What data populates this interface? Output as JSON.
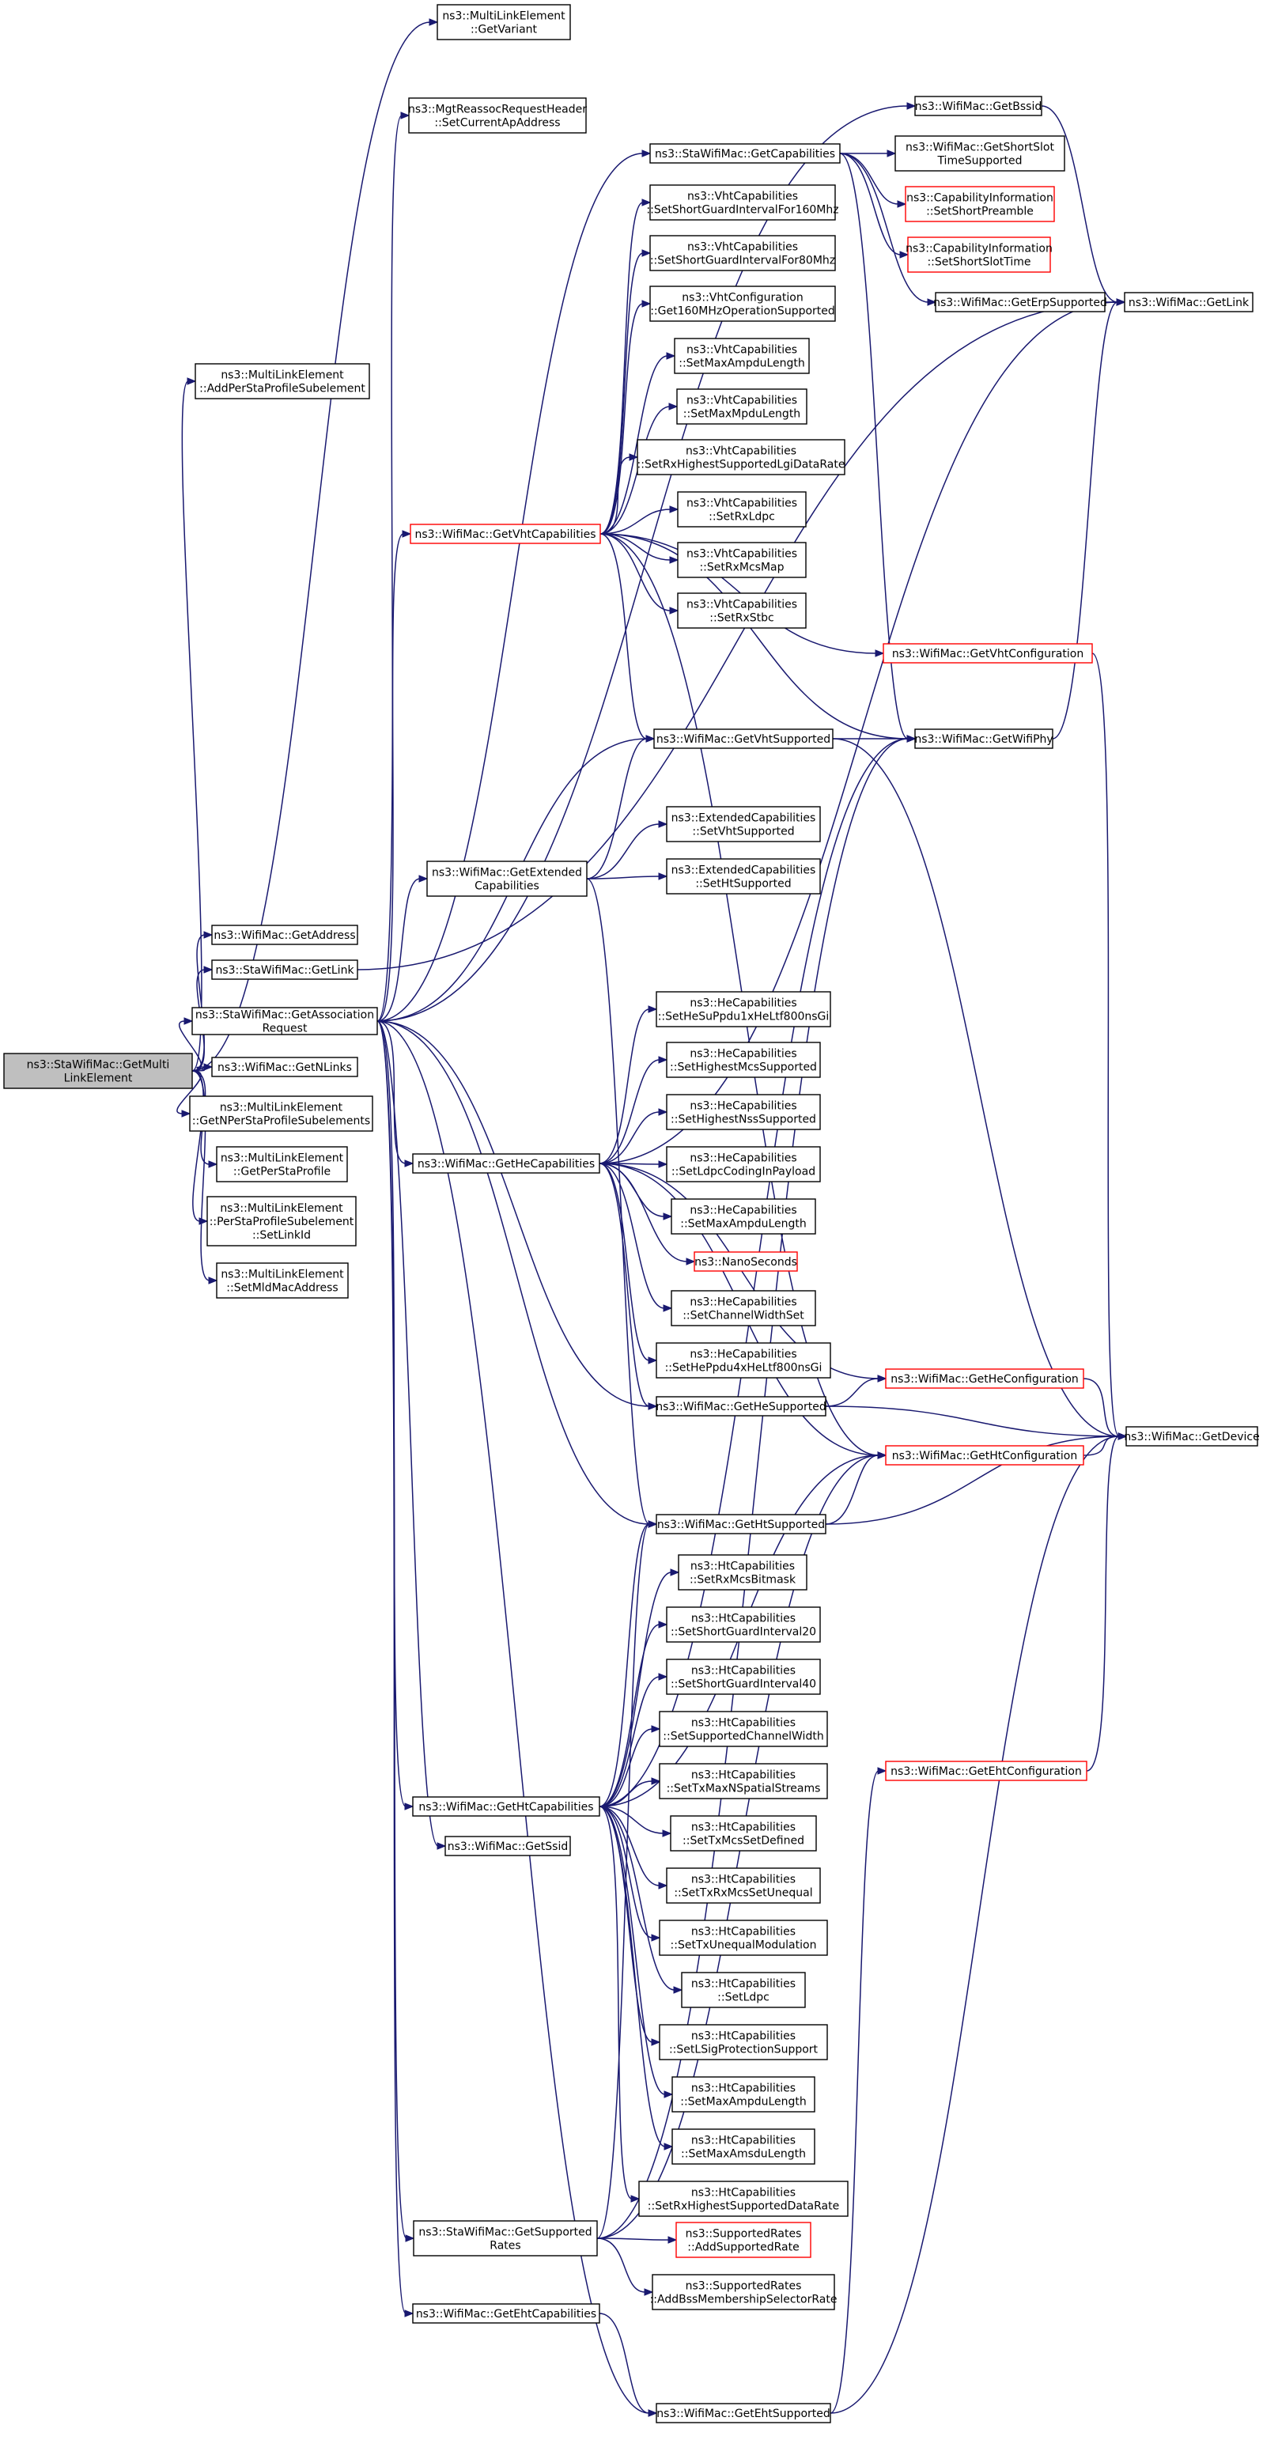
{
  "diagram": {
    "nodes": {
      "root": [
        "ns3::StaWifiMac::GetMulti",
        "LinkElement"
      ],
      "mle_getvariant": [
        "ns3::MultiLinkElement",
        "::GetVariant"
      ],
      "mle_addpersta": [
        "ns3::MultiLinkElement",
        "::AddPerStaProfileSubelement"
      ],
      "wm_getaddress": [
        "ns3::WifiMac::GetAddress"
      ],
      "sta_getlink": [
        "ns3::StaWifiMac::GetLink"
      ],
      "sta_getassoc": [
        "ns3::StaWifiMac::GetAssociation",
        "Request"
      ],
      "wm_getnlinks": [
        "ns3::WifiMac::GetNLinks"
      ],
      "mle_getnpersta": [
        "ns3::MultiLinkElement",
        "::GetNPerStaProfileSubelements"
      ],
      "mle_getpersta": [
        "ns3::MultiLinkElement",
        "::GetPerStaProfile"
      ],
      "mle_setlinkid": [
        "ns3::MultiLinkElement",
        "::PerStaProfileSubelement",
        "::SetLinkId"
      ],
      "mle_setmldmac": [
        "ns3::MultiLinkElement",
        "::SetMldMacAddress"
      ],
      "mgt_setcurap": [
        "ns3::MgtReassocRequestHeader",
        "::SetCurrentApAddress"
      ],
      "sta_getcap": [
        "ns3::StaWifiMac::GetCapabilities"
      ],
      "wm_getvhtcap": [
        "ns3::WifiMac::GetVhtCapabilities"
      ],
      "wm_getextcap": [
        "ns3::WifiMac::GetExtended",
        "Capabilities"
      ],
      "wm_gethecap": [
        "ns3::WifiMac::GetHeCapabilities"
      ],
      "wm_gethtcap": [
        "ns3::WifiMac::GetHtCapabilities"
      ],
      "wm_getssid": [
        "ns3::WifiMac::GetSsid"
      ],
      "sta_getsuprates": [
        "ns3::StaWifiMac::GetSupported",
        "Rates"
      ],
      "wm_getehtcap": [
        "ns3::WifiMac::GetEhtCapabilities"
      ],
      "wm_getbssid": [
        "ns3::WifiMac::GetBssid"
      ],
      "wm_getshortslot": [
        "ns3::WifiMac::GetShortSlot",
        "TimeSupported"
      ],
      "ci_setshortpre": [
        "ns3::CapabilityInformation",
        "::SetShortPreamble"
      ],
      "ci_setshortslot": [
        "ns3::CapabilityInformation",
        "::SetShortSlotTime"
      ],
      "wm_geterpsup": [
        "ns3::WifiMac::GetErpSupported"
      ],
      "wm_getlink": [
        "ns3::WifiMac::GetLink"
      ],
      "vht_sgi160": [
        "ns3::VhtCapabilities",
        "::SetShortGuardIntervalFor160Mhz"
      ],
      "vht_sgi80": [
        "ns3::VhtCapabilities",
        "::SetShortGuardIntervalFor80Mhz"
      ],
      "vhtconf_get160": [
        "ns3::VhtConfiguration",
        "::Get160MHzOperationSupported"
      ],
      "vht_maxampdu": [
        "ns3::VhtCapabilities",
        "::SetMaxAmpduLength"
      ],
      "vht_maxmpdu": [
        "ns3::VhtCapabilities",
        "::SetMaxMpduLength"
      ],
      "vht_rxhighest": [
        "ns3::VhtCapabilities",
        "::SetRxHighestSupportedLgiDataRate"
      ],
      "vht_rxldpc": [
        "ns3::VhtCapabilities",
        "::SetRxLdpc"
      ],
      "vht_rxmcsmap": [
        "ns3::VhtCapabilities",
        "::SetRxMcsMap"
      ],
      "vht_rxstbc": [
        "ns3::VhtCapabilities",
        "::SetRxStbc"
      ],
      "wm_getvhtconf": [
        "ns3::WifiMac::GetVhtConfiguration"
      ],
      "wm_getvhtsup": [
        "ns3::WifiMac::GetVhtSupported"
      ],
      "wm_getwifiphy": [
        "ns3::WifiMac::GetWifiPhy"
      ],
      "ext_setvht": [
        "ns3::ExtendedCapabilities",
        "::SetVhtSupported"
      ],
      "ext_setht": [
        "ns3::ExtendedCapabilities",
        "::SetHtSupported"
      ],
      "he_ppdu1x": [
        "ns3::HeCapabilities",
        "::SetHeSuPpdu1xHeLtf800nsGi"
      ],
      "he_highmcs": [
        "ns3::HeCapabilities",
        "::SetHighestMcsSupported"
      ],
      "he_highnss": [
        "ns3::HeCapabilities",
        "::SetHighestNssSupported"
      ],
      "he_ldpc": [
        "ns3::HeCapabilities",
        "::SetLdpcCodingInPayload"
      ],
      "he_maxampdu": [
        "ns3::HeCapabilities",
        "::SetMaxAmpduLength"
      ],
      "nanoseconds": [
        "ns3::NanoSeconds"
      ],
      "he_chwidth": [
        "ns3::HeCapabilities",
        "::SetChannelWidthSet"
      ],
      "he_ppdu4x": [
        "ns3::HeCapabilities",
        "::SetHePpdu4xHeLtf800nsGi"
      ],
      "wm_gethesup": [
        "ns3::WifiMac::GetHeSupported"
      ],
      "wm_getheconf": [
        "ns3::WifiMac::GetHeConfiguration"
      ],
      "wm_gethtconf": [
        "ns3::WifiMac::GetHtConfiguration"
      ],
      "wm_getdevice": [
        "ns3::WifiMac::GetDevice"
      ],
      "wm_gethtsup": [
        "ns3::WifiMac::GetHtSupported"
      ],
      "ht_rxmcsbitmask": [
        "ns3::HtCapabilities",
        "::SetRxMcsBitmask"
      ],
      "ht_sgi20": [
        "ns3::HtCapabilities",
        "::SetShortGuardInterval20"
      ],
      "ht_sgi40": [
        "ns3::HtCapabilities",
        "::SetShortGuardInterval40"
      ],
      "ht_supchwidth": [
        "ns3::HtCapabilities",
        "::SetSupportedChannelWidth"
      ],
      "ht_txmaxnss": [
        "ns3::HtCapabilities",
        "::SetTxMaxNSpatialStreams"
      ],
      "ht_txmcsdef": [
        "ns3::HtCapabilities",
        "::SetTxMcsSetDefined"
      ],
      "ht_txrxuneq": [
        "ns3::HtCapabilities",
        "::SetTxRxMcsSetUnequal"
      ],
      "wm_getehtconf": [
        "ns3::WifiMac::GetEhtConfiguration"
      ],
      "ht_txuneqmod": [
        "ns3::HtCapabilities",
        "::SetTxUnequalModulation"
      ],
      "ht_ldpc": [
        "ns3::HtCapabilities",
        "::SetLdpc"
      ],
      "ht_lsig": [
        "ns3::HtCapabilities",
        "::SetLSigProtectionSupport"
      ],
      "ht_maxampdu": [
        "ns3::HtCapabilities",
        "::SetMaxAmpduLength"
      ],
      "ht_maxamsdu": [
        "ns3::HtCapabilities",
        "::SetMaxAmsduLength"
      ],
      "ht_rxhighest": [
        "ns3::HtCapabilities",
        "::SetRxHighestSupportedDataRate"
      ],
      "sr_addrate": [
        "ns3::SupportedRates",
        "::AddSupportedRate"
      ],
      "sr_addbss": [
        "ns3::SupportedRates",
        "::AddBssMembershipSelectorRate"
      ],
      "wm_getehtsup": [
        "ns3::WifiMac::GetEhtSupported"
      ]
    },
    "border_colors": {
      "default": "#000000",
      "truncated": "#ff0000",
      "root_fill": "#bfbfbf",
      "edge": "#191970"
    }
  }
}
